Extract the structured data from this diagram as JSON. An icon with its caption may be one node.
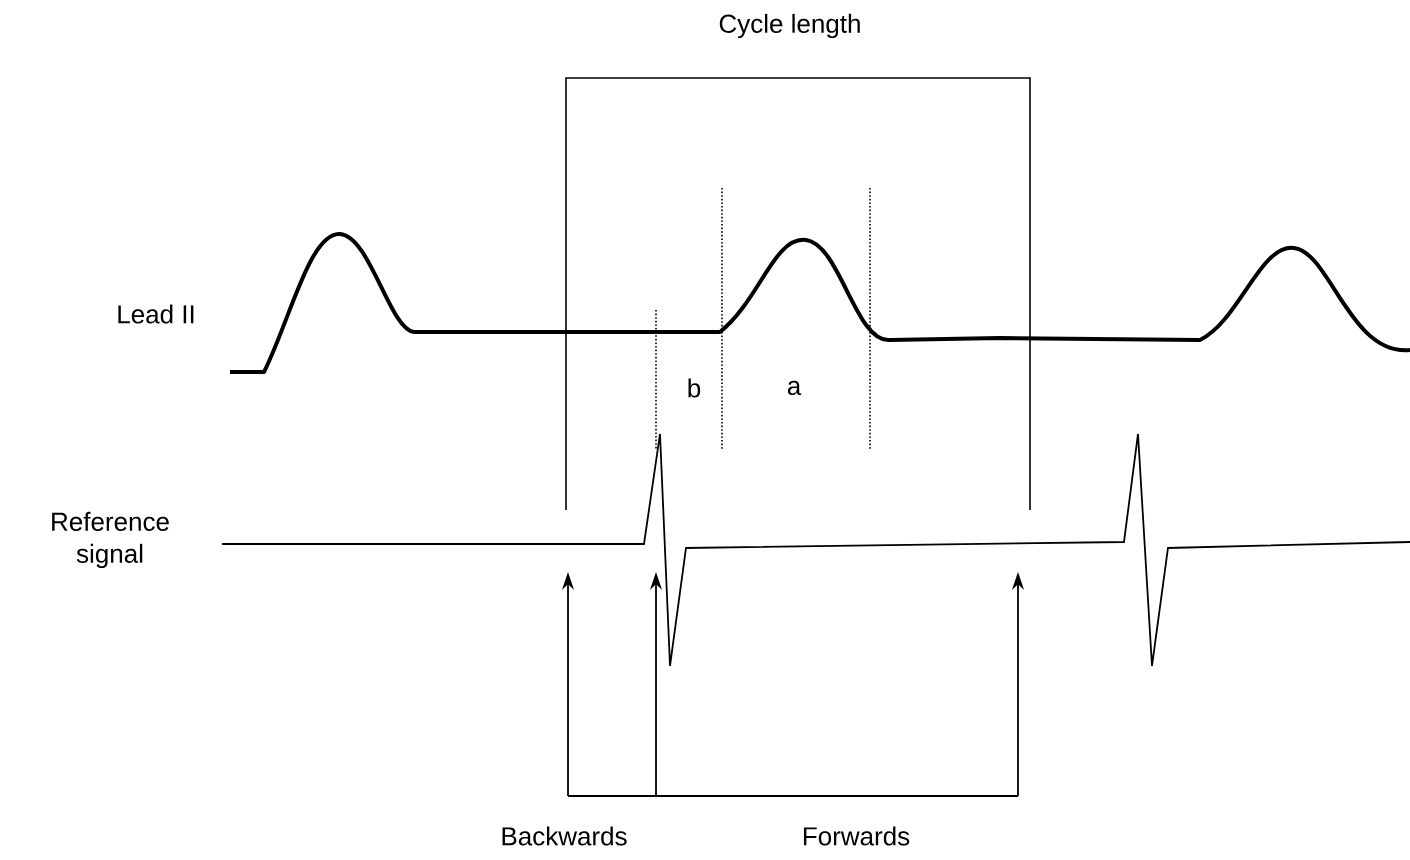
{
  "diagram": {
    "labels": [
      "Cycle length",
      "Lead II",
      "b",
      "a",
      "Reference signal",
      "Backwards",
      "Forwards"
    ]
  }
}
